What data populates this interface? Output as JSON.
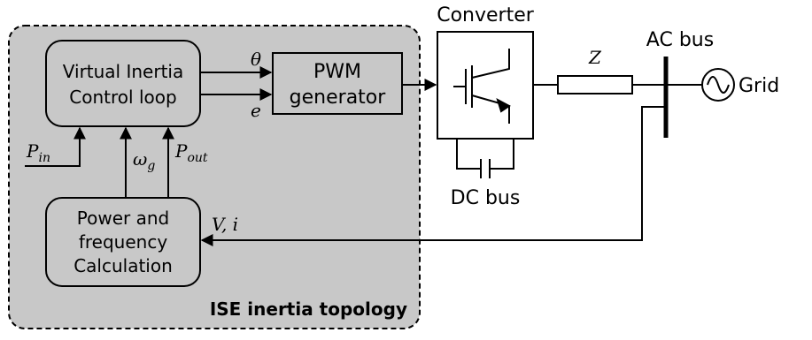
{
  "region": {
    "title": "ISE inertia topology",
    "fill": "#c8c8c8"
  },
  "blocks": {
    "vic": {
      "line1": "Virtual Inertia",
      "line2": "Control loop"
    },
    "pwm": {
      "line1": "PWM",
      "line2": "generator"
    },
    "power_calc": {
      "line1": "Power and",
      "line2": "frequency",
      "line3": "Calculation"
    },
    "converter": {
      "title": "Converter",
      "dc_bus": "DC bus"
    }
  },
  "signals": {
    "theta": "θ",
    "e": "e",
    "p_in": "P",
    "p_in_sub": "in",
    "omega_g": "ω",
    "omega_g_sub": "g",
    "p_out": "P",
    "p_out_sub": "out",
    "v_i": "V, i"
  },
  "grid_side": {
    "impedance": "Z",
    "ac_bus": "AC bus",
    "grid": "Grid"
  }
}
